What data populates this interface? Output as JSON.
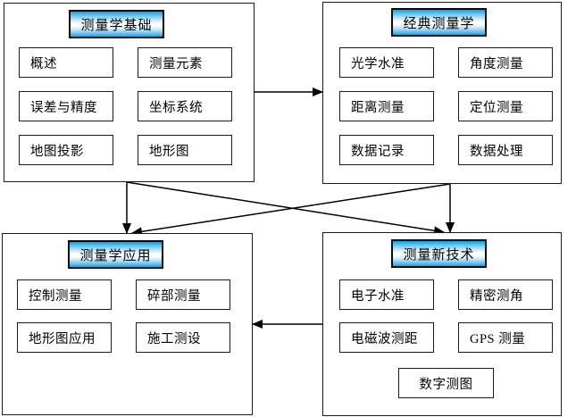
{
  "diagram": {
    "background": "#ffffff",
    "box_border_color": "#1a1a1a",
    "arrow_color": "#000000",
    "title_gradient": [
      "#00a3e8",
      "#ffffff",
      "#1d9fdd"
    ],
    "quadrants": [
      {
        "title": "测量学基础",
        "items": [
          "概述",
          "测量元素",
          "误差与精度",
          "坐标系统",
          "地图投影",
          "地形图"
        ]
      },
      {
        "title": "经典测量学",
        "items": [
          "光学水准",
          "角度测量",
          "距离测量",
          "定位测量",
          "数据记录",
          "数据处理"
        ]
      },
      {
        "title": "测量学应用",
        "items": [
          "控制测量",
          "碎部测量",
          "地形图应用",
          "施工测设"
        ]
      },
      {
        "title": "测量新技术",
        "items": [
          "电子水准",
          "精密测角",
          "电磁波测距",
          "GPS 测量",
          "数字测图"
        ]
      }
    ],
    "connections": [
      {
        "from": "测量学基础",
        "to": "经典测量学"
      },
      {
        "from": "测量学基础",
        "to": "测量学应用"
      },
      {
        "from": "测量学基础",
        "to": "测量新技术"
      },
      {
        "from": "经典测量学",
        "to": "测量新技术"
      },
      {
        "from": "经典测量学",
        "to": "测量学应用"
      },
      {
        "from": "测量新技术",
        "to": "测量学应用"
      }
    ]
  }
}
